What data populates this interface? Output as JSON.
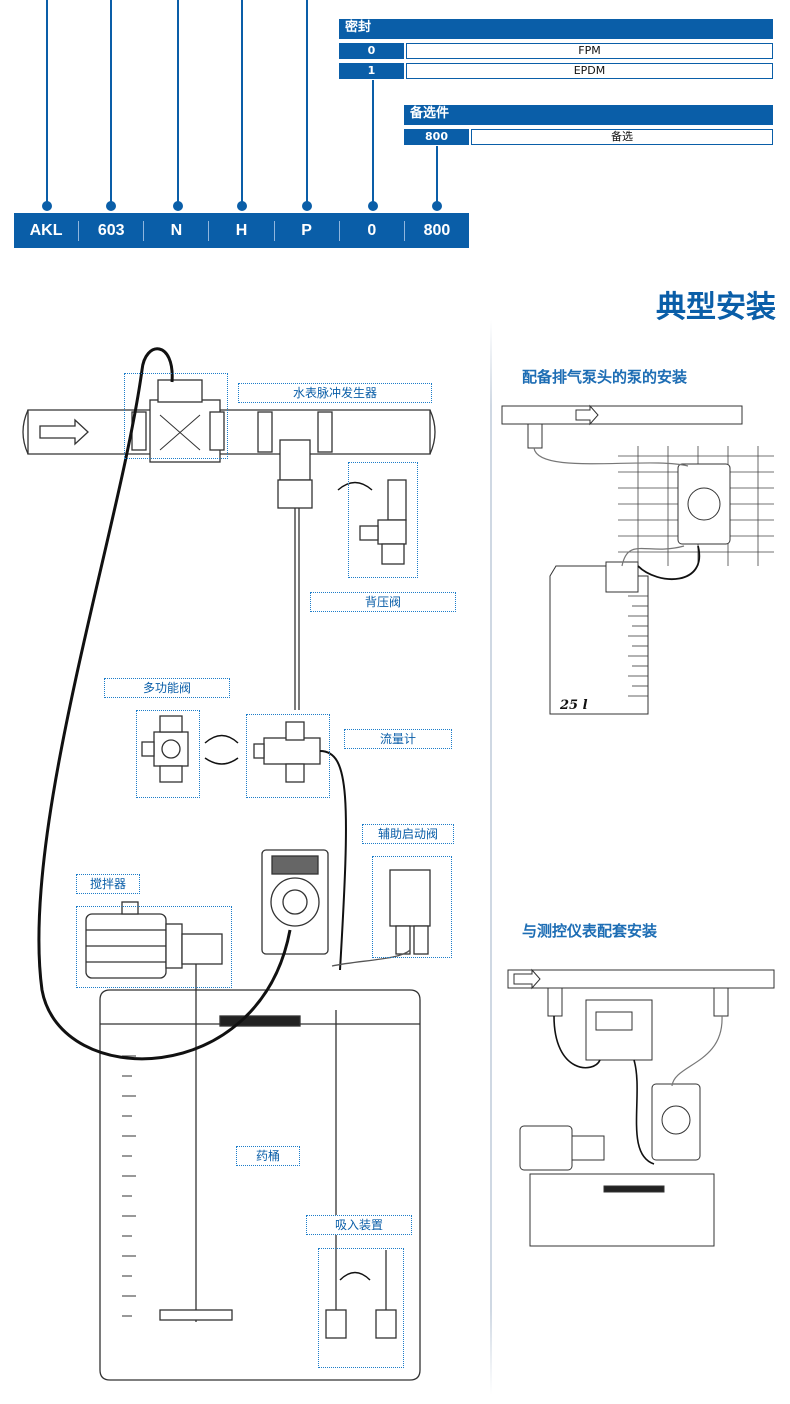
{
  "seal": {
    "header": "密封",
    "options": [
      {
        "code": "0",
        "value": "FPM"
      },
      {
        "code": "1",
        "value": "EPDM"
      }
    ]
  },
  "optional": {
    "header": "备选件",
    "options": [
      {
        "code": "800",
        "value": "备选"
      }
    ]
  },
  "code_bar": [
    "AKL",
    "603",
    "N",
    "H",
    "P",
    "0",
    "800"
  ],
  "title": "典型安装",
  "main_diagram": {
    "labels": {
      "pulse_generator": "水表脉冲发生器",
      "back_pressure_valve": "背压阀",
      "multifunction_valve": "多功能阀",
      "flow_meter": "流量计",
      "aux_priming_valve": "辅助启动阀",
      "mixer": "搅拌器",
      "tank": "药桶",
      "suction_device": "吸入装置"
    }
  },
  "side_top": {
    "title": "配备排气泵头的泵的安装",
    "tank_volume": "25 l"
  },
  "side_bottom": {
    "title": "与测控仪表配套安装"
  },
  "colors": {
    "accent": "#0a5ea8",
    "line": "#1d7dc9"
  }
}
